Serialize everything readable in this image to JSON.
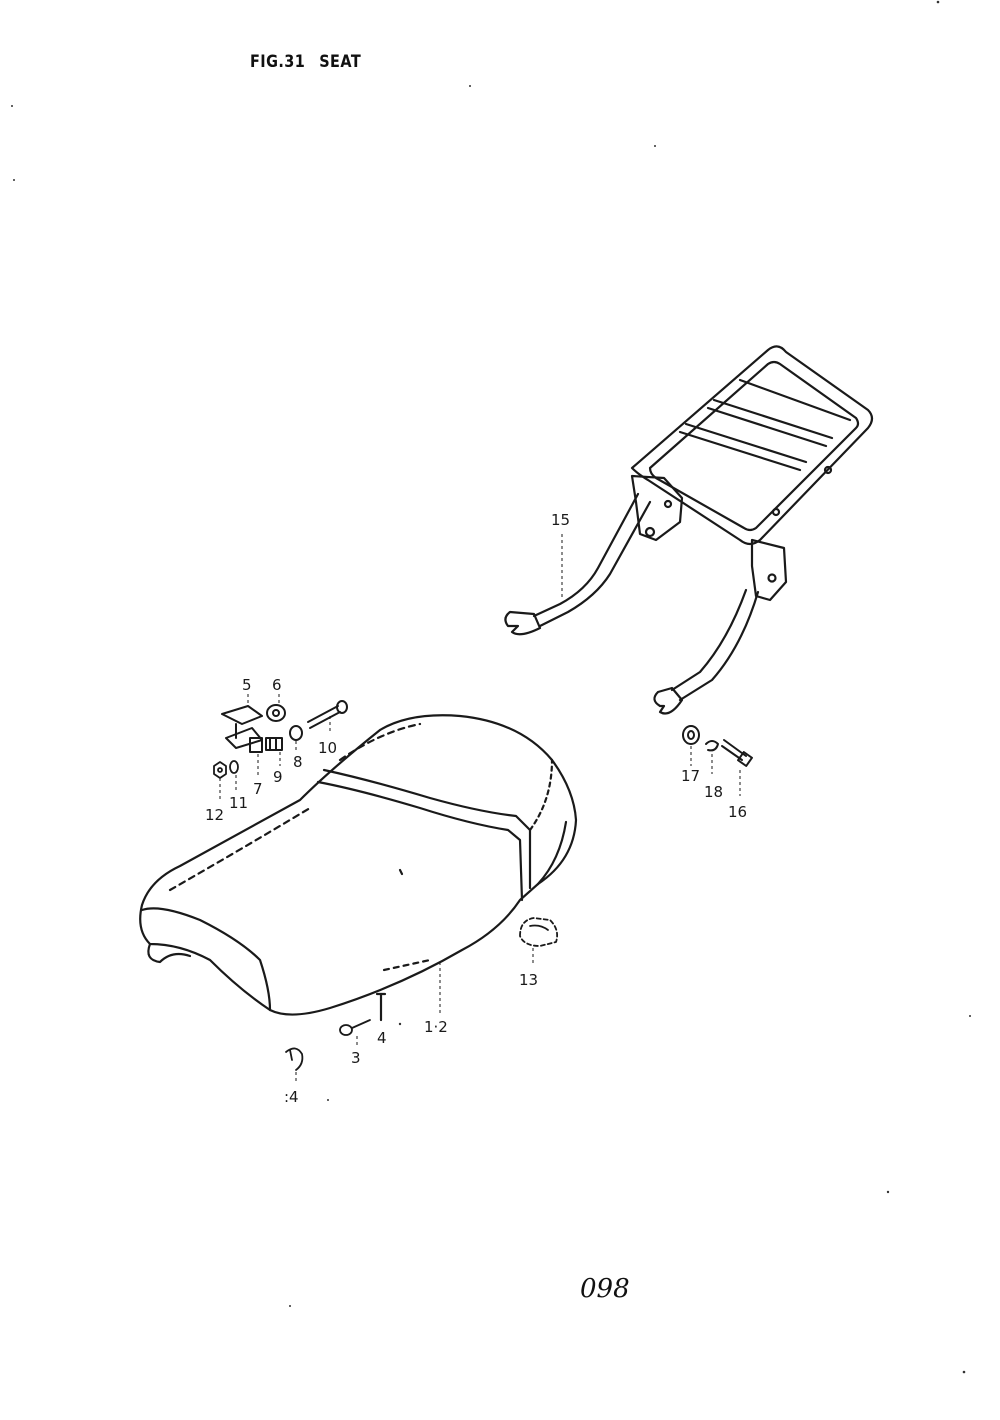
{
  "figure": {
    "title": "FIG.31  SEAT",
    "page_number": "098"
  },
  "callouts": {
    "c1_2": "1·2",
    "c3": "3",
    "c4": "4",
    "c4b": ":4",
    "c5": "5",
    "c6": "6",
    "c7": "7",
    "c8": "8",
    "c9": "9",
    "c10": "10",
    "c11": "11",
    "c12": "12",
    "c13": "13",
    "c15": "15",
    "c16": "16",
    "c17": "17",
    "c18": "18"
  },
  "parts": [
    {
      "ref": "1·2",
      "icon": "seat-assembly-icon"
    },
    {
      "ref": "3",
      "icon": "seat-hook-icon"
    },
    {
      "ref": "4",
      "icon": "seat-screw-icon"
    },
    {
      "ref": "5",
      "icon": "seat-hinge-plate-icon"
    },
    {
      "ref": "6",
      "icon": "hinge-collar-icon"
    },
    {
      "ref": "7",
      "icon": "hinge-spacer-icon"
    },
    {
      "ref": "8",
      "icon": "washer-icon"
    },
    {
      "ref": "9",
      "icon": "hinge-bushing-icon"
    },
    {
      "ref": "10",
      "icon": "hinge-bolt-icon"
    },
    {
      "ref": "11",
      "icon": "lock-washer-icon"
    },
    {
      "ref": "12",
      "icon": "nut-icon"
    },
    {
      "ref": "13",
      "icon": "seat-cushion-icon"
    },
    {
      "ref": "15",
      "icon": "rear-carrier-icon"
    },
    {
      "ref": "16",
      "icon": "carrier-bolt-icon"
    },
    {
      "ref": "17",
      "icon": "flat-washer-icon"
    },
    {
      "ref": "18",
      "icon": "spring-washer-icon"
    }
  ]
}
